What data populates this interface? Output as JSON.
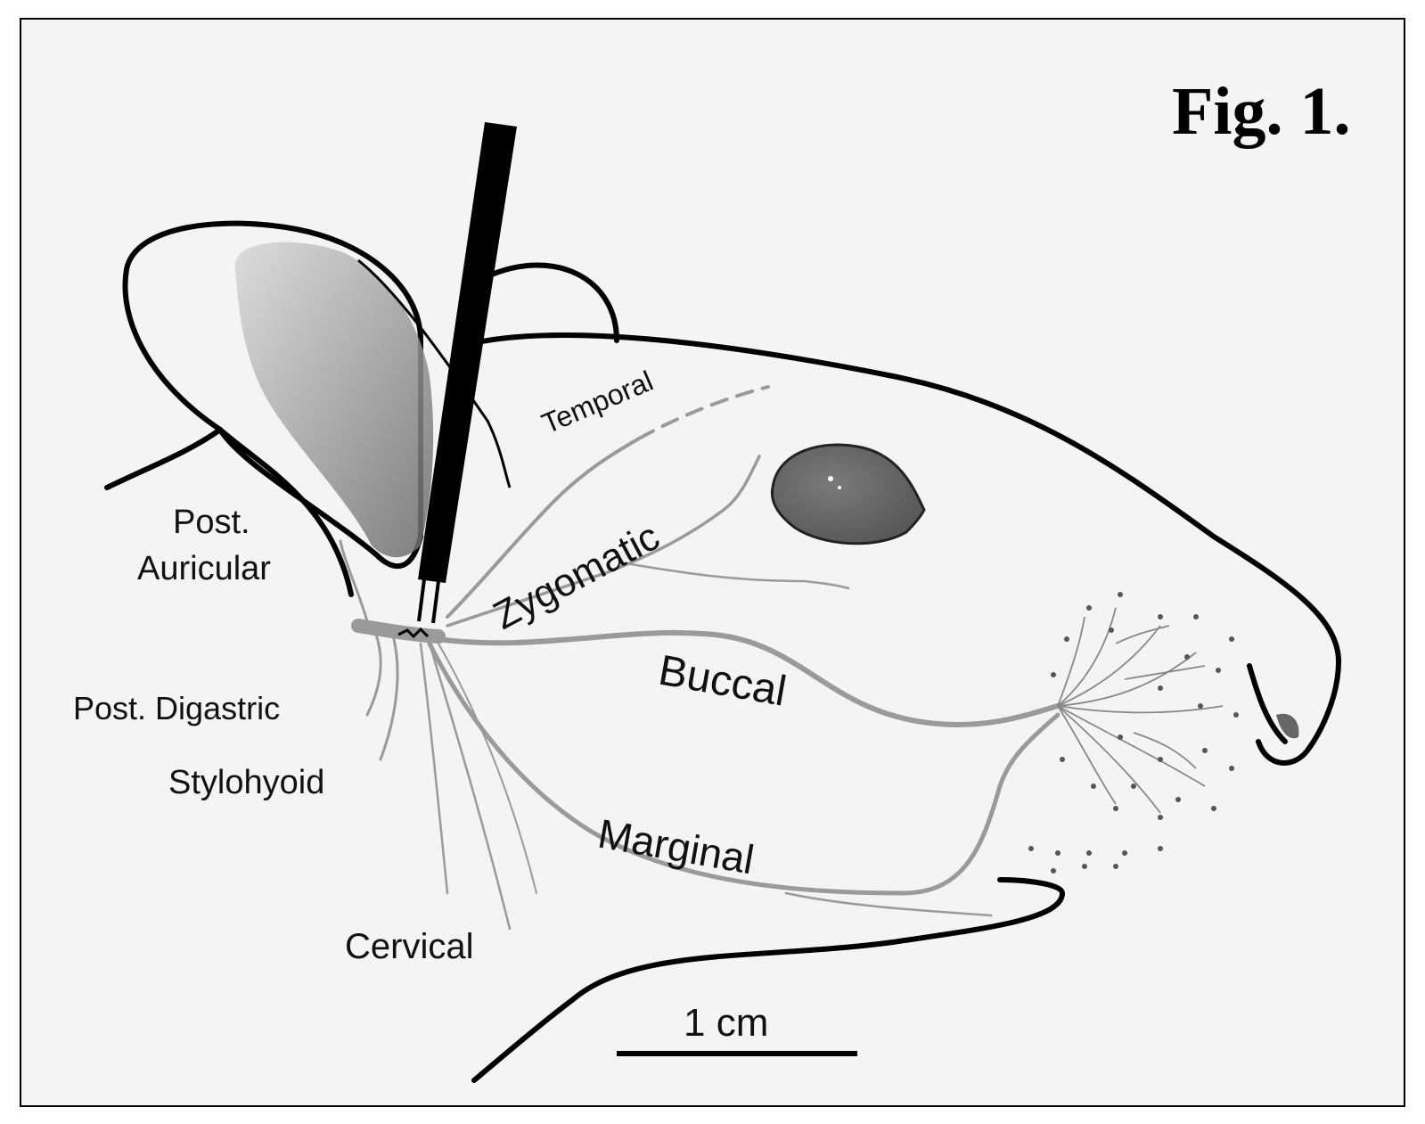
{
  "figure": {
    "title": "Fig. 1.",
    "scale_bar_label": "1 cm"
  },
  "labels": {
    "temporal": "Temporal",
    "zygomatic": "Zygomatic",
    "buccal": "Buccal",
    "marginal": "Marginal",
    "cervical": "Cervical",
    "post_auricular_1": "Post.",
    "post_auricular_2": "Auricular",
    "post_digastric": "Post. Digastric",
    "stylohyoid": "Stylohyoid"
  },
  "colors": {
    "ink": "#000000",
    "nerve": "#9a9a9a",
    "ear_shade": "#8a8a8a",
    "eye": "#6e6e6e",
    "paper": "#f4f4f4"
  }
}
